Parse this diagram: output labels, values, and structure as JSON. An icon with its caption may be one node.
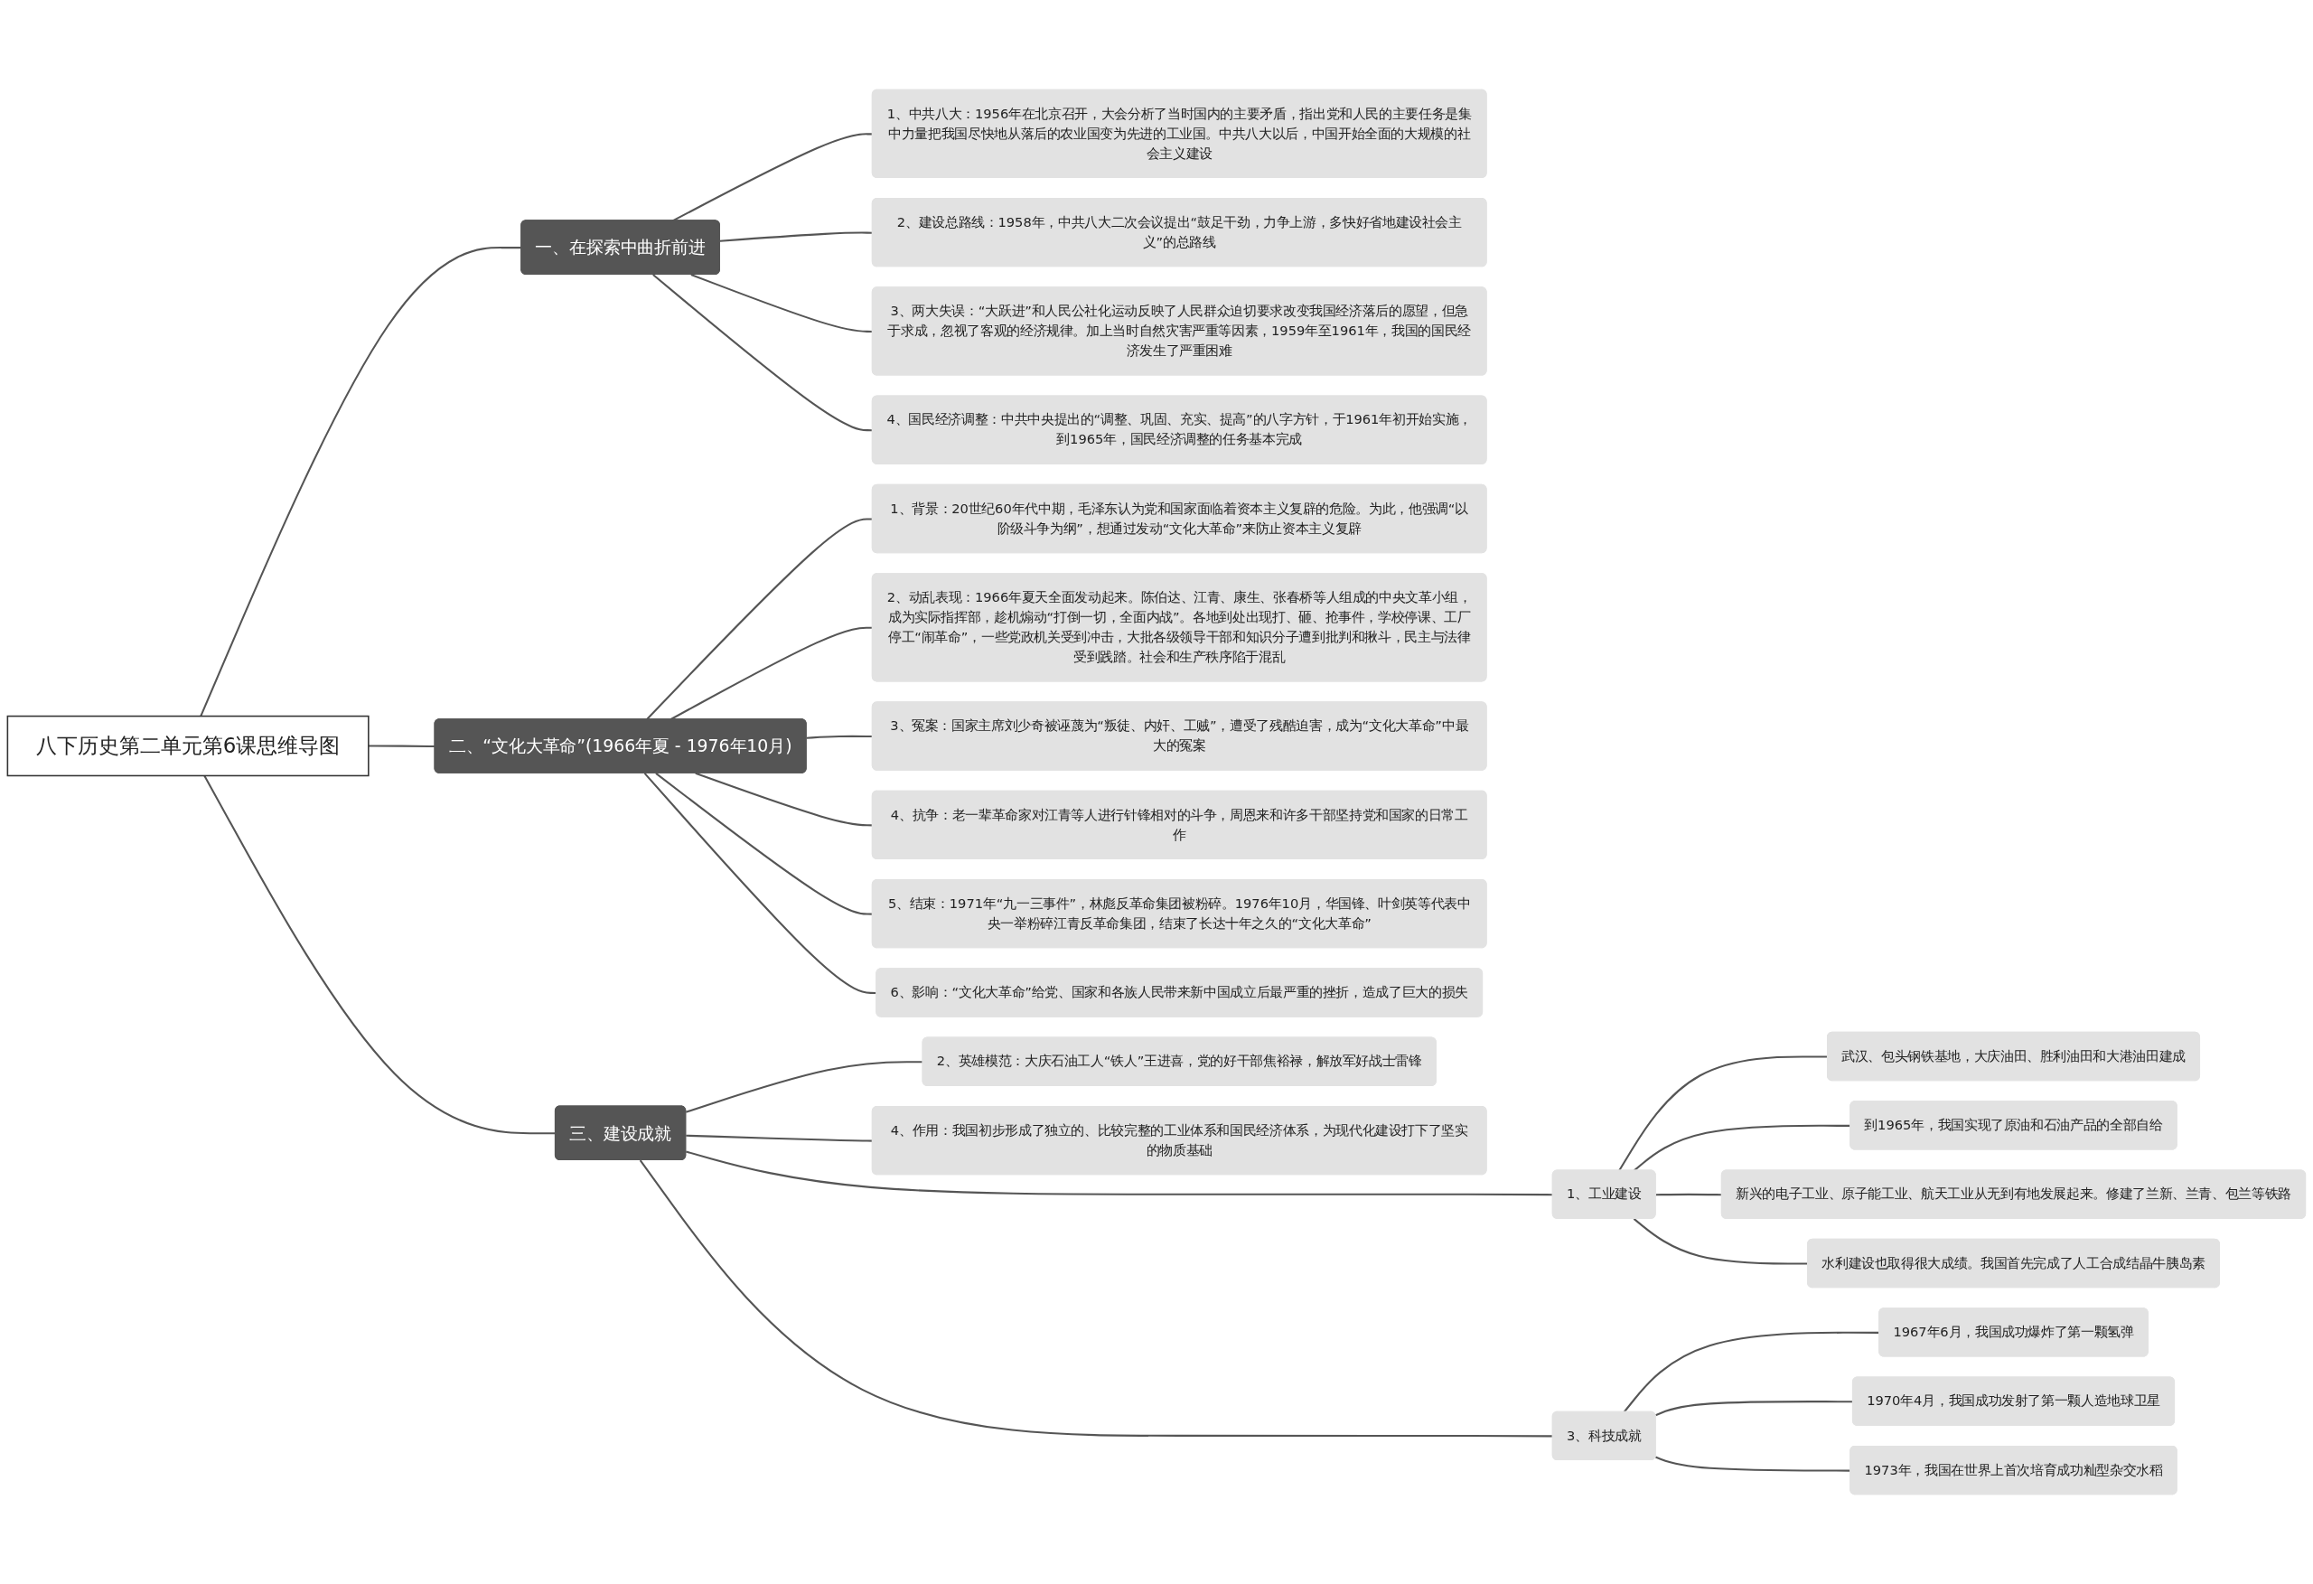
{
  "diagram": {
    "nodes": [
      {
        "text": [
          "八下历史第二单元第6课思维导图"
        ]
      },
      {
        "text": [
          "一、在探索中曲折前进"
        ]
      },
      {
        "text": [
          "1、中共八大：1956年在北京召开，大会分析了当时国内的主要矛盾，指出党和人民的主要任务是集中力量把我国尽快地从落后的农业国变为先进的工业国。中共八大以后，中国开始全面的大规模的社会主义建设"
        ]
      },
      {
        "text": [
          "2、建设总路线：1958年，中共八大二次会议提出“鼓足干劲，力争上游，多快好省地建设社会主义”的总路线"
        ]
      },
      {
        "text": [
          "3、两大失误：“大跃进”和人民公社化运动反映了人民群众迫切要求改变我国经济落后的愿望，但急于求成，忽视了客观的经济规律。加上当时自然灾害严重等因素，1959年至1961年，我国的国民经济发生了严重困难"
        ]
      },
      {
        "text": [
          "4、国民经济调整：中共中央提出的“调整、巩固、充实、提高”的八字方针，于1961年初开始实施，到1965年，国民经济调整的任务基本完成"
        ]
      },
      {
        "text": [
          "二、“文化大革命”(1966年夏 - 1976年10月)"
        ]
      },
      {
        "text": [
          "1、背景：20世纪60年代中期，毛泽东认为党和国家面临着资本主义复辟的危险。为此，他强调“以阶级斗争为纲”，想通过发动“文化大革命”来防止资本主义复辟"
        ]
      },
      {
        "text": [
          "2、动乱表现：1966年夏天全面发动起来。陈伯达、江青、康生、张春桥等人组成的中央文革小组，成为实际指挥部，趁机煽动“打倒一切，全面内战”。各地到处出现打、砸、抢事件，学校停课、工厂停工“闹革命”，一些党政机关受到冲击，大批各级领导干部和知识分子遭到批判和揪斗，民主与法律受到践踏。社会和生产秩序陷于混乱"
        ]
      },
      {
        "text": [
          "3、冤案：国家主席刘少奇被诬蔑为“叛徒、内奸、工贼”，遭受了残酷迫害，成为“文化大革命”中最大的冤案"
        ]
      },
      {
        "text": [
          "4、抗争：老一辈革命家对江青等人进行针锋相对的斗争，周恩来和许多干部坚持党和国家的日常工作"
        ]
      },
      {
        "text": [
          "5、结束：1971年“九一三事件”，林彪反革命集团被粉碎。1976年10月，华国锋、叶剑英等代表中央一举粉碎江青反革命集团，结束了长达十年之久的“文化大革命”"
        ]
      },
      {
        "text": [
          "6、影响：“文化大革命”给党、国家和各族人民带来新中国成立后最严重的挫折，造成了巨大的损失"
        ]
      },
      {
        "text": [
          "三、建设成就"
        ]
      },
      {
        "text": [
          "1、工业建设"
        ]
      },
      {
        "text": [
          "武汉、包头钢铁基地，大庆油田、胜利油田和大港油田建成"
        ]
      },
      {
        "text": [
          "到1965年，我国实现了原油和石油产品的全部自给"
        ]
      },
      {
        "text": [
          "新兴的电子工业、原子能工业、航天工业从无到有地发展起来。修建了兰新、兰青、包兰等铁路"
        ]
      },
      {
        "text": [
          "水利建设也取得很大成绩。我国首先完成了人工合成结晶牛胰岛素"
        ]
      },
      {
        "text": [
          "2、英雄模范：大庆石油工人“铁人”王进喜，党的好干部焦裕禄，解放军好战士雷锋"
        ]
      },
      {
        "text": [
          "3、科技成就"
        ]
      },
      {
        "text": [
          "1967年6月，我国成功爆炸了第一颗氢弹"
        ]
      },
      {
        "text": [
          "1970年4月，我国成功发射了第一颗人造地球卫星"
        ]
      },
      {
        "text": [
          "1973年，我国在世界上首次培育成功籼型杂交水稻"
        ]
      },
      {
        "text": [
          "4、作用：我国初步形成了独立的、比较完整的工业体系和国民经济体系，为现代化建设打下了坚实的物质基础"
        ]
      }
    ],
    "edges": [
      {
        "from": 0,
        "to": 1,
        "arrow": "none"
      },
      {
        "from": 1,
        "to": 2,
        "arrow": "none"
      },
      {
        "from": 1,
        "to": 3,
        "arrow": "none"
      },
      {
        "from": 1,
        "to": 4,
        "arrow": "none"
      },
      {
        "from": 1,
        "to": 5,
        "arrow": "none"
      },
      {
        "from": 0,
        "to": 6,
        "arrow": "none"
      },
      {
        "from": 6,
        "to": 7,
        "arrow": "none"
      },
      {
        "from": 6,
        "to": 8,
        "arrow": "none"
      },
      {
        "from": 6,
        "to": 9,
        "arrow": "none"
      },
      {
        "from": 6,
        "to": 10,
        "arrow": "none"
      },
      {
        "from": 6,
        "to": 11,
        "arrow": "none"
      },
      {
        "from": 6,
        "to": 12,
        "arrow": "none"
      },
      {
        "from": 0,
        "to": 13,
        "arrow": "none"
      },
      {
        "from": 13,
        "to": 14,
        "arrow": "none"
      },
      {
        "from": 14,
        "to": 15,
        "arrow": "none"
      },
      {
        "from": 14,
        "to": 16,
        "arrow": "none"
      },
      {
        "from": 14,
        "to": 17,
        "arrow": "none"
      },
      {
        "from": 14,
        "to": 18,
        "arrow": "none"
      },
      {
        "from": 13,
        "to": 19,
        "arrow": "none"
      },
      {
        "from": 13,
        "to": 20,
        "arrow": "none"
      },
      {
        "from": 20,
        "to": 21,
        "arrow": "none"
      },
      {
        "from": 20,
        "to": 22,
        "arrow": "none"
      },
      {
        "from": 20,
        "to": 23,
        "arrow": "none"
      },
      {
        "from": 13,
        "to": 24,
        "arrow": "none"
      }
    ]
  }
}
